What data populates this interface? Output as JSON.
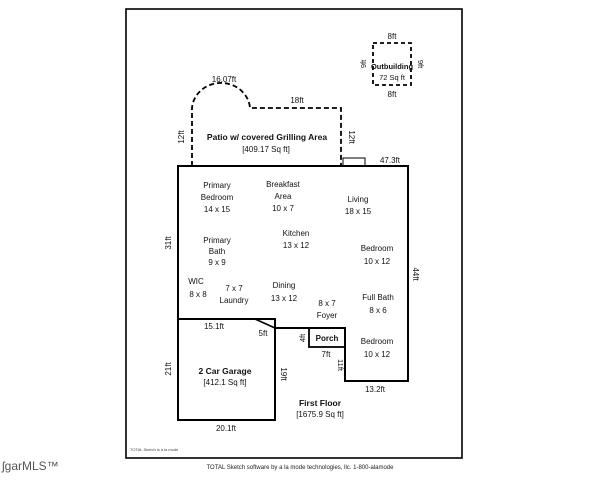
{
  "floor": {
    "title": "First Floor",
    "area": "[1675.9 Sq ft]"
  },
  "outbuilding": {
    "label": "Outbuilding",
    "area": "72 Sq ft",
    "top": "8ft",
    "bottom": "8ft",
    "left": "9ft",
    "right": "9ft"
  },
  "patio": {
    "label": "Patio w/ covered Grilling Area",
    "area": "[409.17 Sq ft]",
    "arc": "16.07ft",
    "top": "18ft",
    "left": "12ft",
    "right": "12ft"
  },
  "garage": {
    "label": "2 Car Garage",
    "area": "[412.1 Sq ft]",
    "top": "15.1ft",
    "right": "19ft",
    "left": "21ft",
    "bottom": "20.1ft"
  },
  "porch": {
    "label": "Porch",
    "left": "4ft",
    "bottom": "7ft",
    "right": "11ft"
  },
  "dims": {
    "top_right": "47.3ft",
    "left": "31ft",
    "right": "44ft",
    "bottom_right": "13.2ft",
    "notch": "5ft"
  },
  "rooms": [
    {
      "name": "Primary",
      "name2": "Bedroom",
      "size": "14 x 15"
    },
    {
      "name": "Breakfast",
      "name2": "Area",
      "size": "10 x 7"
    },
    {
      "name": "Living",
      "size": "18 x 15"
    },
    {
      "name": "Primary",
      "name2": "Bath",
      "size": "9 x 9"
    },
    {
      "name": "Kitchen",
      "size": "13 x 12"
    },
    {
      "name": "Bedroom",
      "size": "10 x 12"
    },
    {
      "name": "WIC",
      "size": "8 x 8"
    },
    {
      "name": "7 x 7",
      "name2": "Laundry"
    },
    {
      "name": "Dining",
      "size": "13 x 12"
    },
    {
      "name": "8 x 7",
      "name2": "Foyer"
    },
    {
      "name": "Full Bath",
      "size": "8 x 6"
    },
    {
      "name": "Bedroom",
      "size": "10 x 12"
    }
  ],
  "footer": "TOTAL Sketch software by a la mode technologies, llc. 1-800-alamode",
  "note": "TOTAL Sketch is a la mode",
  "logo": "ʃgarMLS™"
}
